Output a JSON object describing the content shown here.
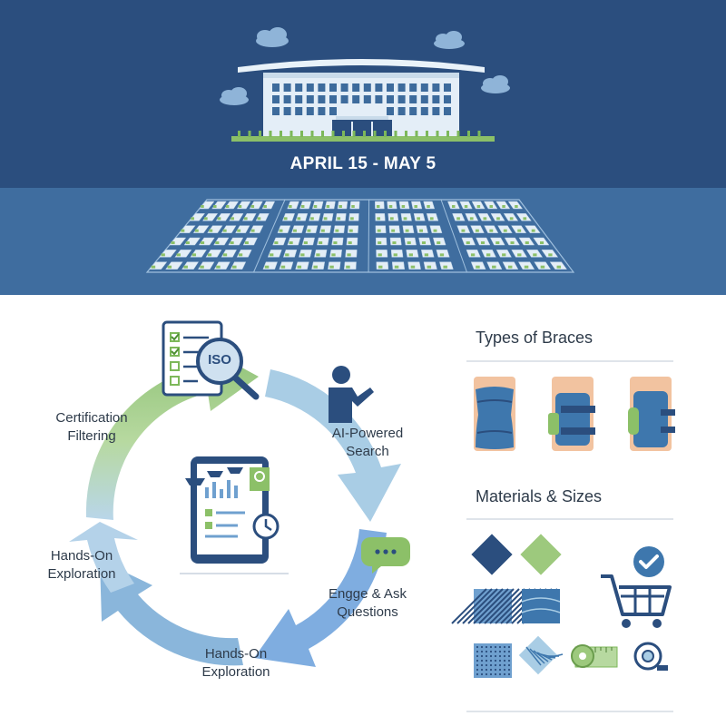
{
  "banner": {
    "date_range": "APRIL 15 - MAY 5"
  },
  "cycle": {
    "steps": [
      {
        "label": "Certification\nFiltering"
      },
      {
        "label": "AI-Powered\nSearch"
      },
      {
        "label": "Hands-On\nExploration"
      },
      {
        "label": "Engge & Ask\nQuestions"
      },
      {
        "label": "Hands-On\nExploration"
      }
    ],
    "iso_badge": "ISO"
  },
  "panel": {
    "types_title": "Types of Braces",
    "materials_title": "Materials & Sizes"
  },
  "colors": {
    "navy": "#2b4e7e",
    "banner_light": "#3f6d9f",
    "green": "#9dc97d",
    "light_blue": "#a8cbe3",
    "mid_blue": "#6fa0cf",
    "skin": "#f2c3a0"
  }
}
